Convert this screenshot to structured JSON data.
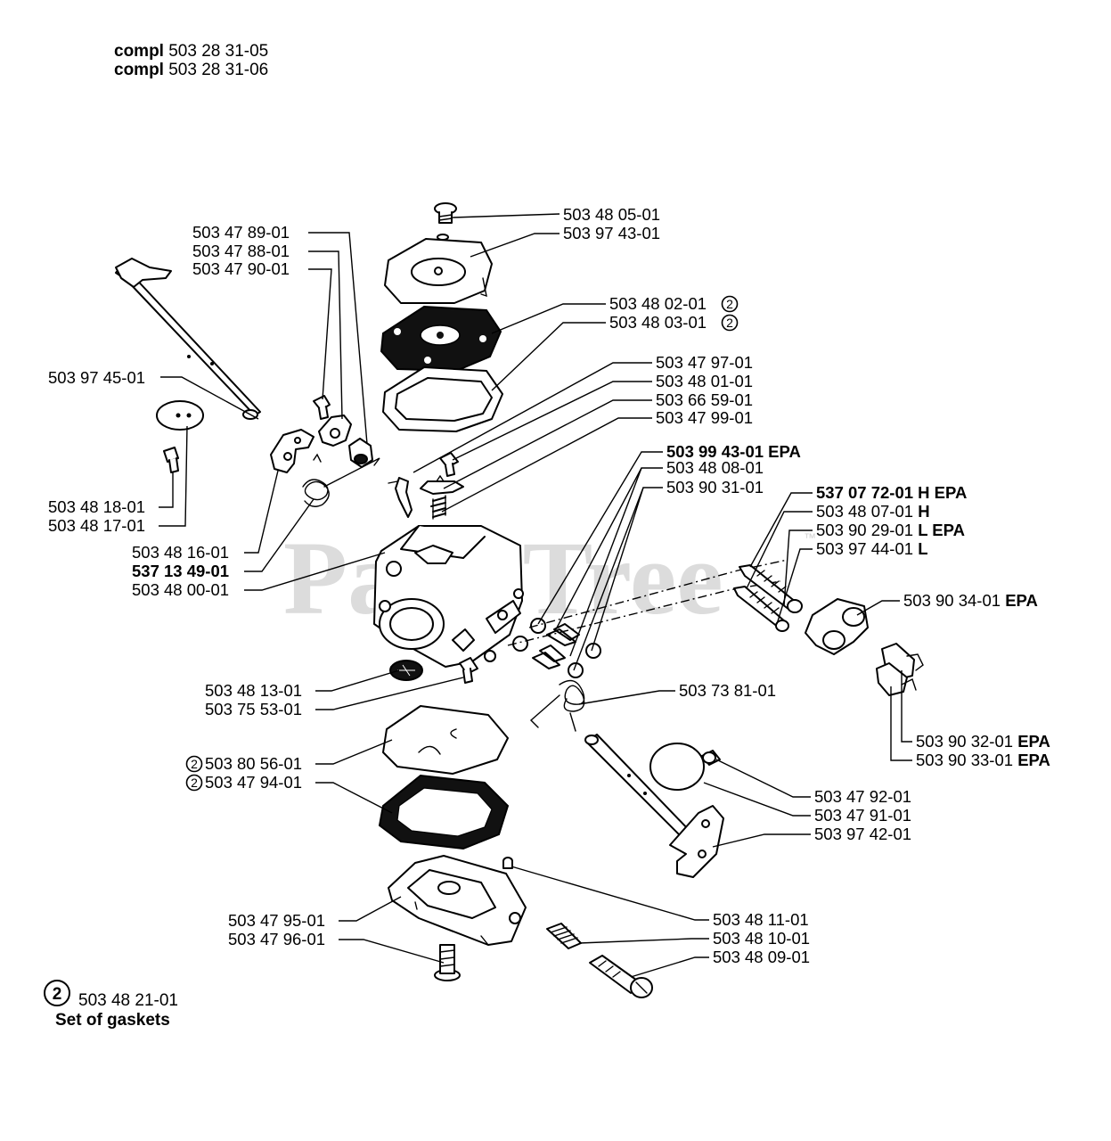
{
  "header": {
    "lines": [
      {
        "prefix": "compl",
        "number": "503 28 31-05"
      },
      {
        "prefix": "compl",
        "number": "503 28 31-06"
      }
    ]
  },
  "watermark": {
    "text": "PartsTree",
    "tm": "™"
  },
  "callouts": [
    {
      "id": "c1",
      "text": "503 48 05-01"
    },
    {
      "id": "c2",
      "text": "503 97 43-01"
    },
    {
      "id": "c3",
      "text": "503 48 02-01",
      "marker": "2"
    },
    {
      "id": "c4",
      "text": "503 48 03-01",
      "marker": "2"
    },
    {
      "id": "c5",
      "text": "503 47 97-01"
    },
    {
      "id": "c6",
      "text": "503 48 01-01"
    },
    {
      "id": "c7",
      "text": "503 66 59-01"
    },
    {
      "id": "c8",
      "text": "503 47 99-01"
    },
    {
      "id": "c9",
      "text": "503 47 89-01"
    },
    {
      "id": "c10",
      "text": "503 47 88-01"
    },
    {
      "id": "c11",
      "text": "503 47 90-01"
    },
    {
      "id": "c12",
      "text": "503 97 45-01"
    },
    {
      "id": "c13",
      "text": "503 48 18-01"
    },
    {
      "id": "c14",
      "text": "503 48 17-01"
    },
    {
      "id": "c15",
      "text": "503 48 16-01"
    },
    {
      "id": "c16",
      "text": "537 13 49-01",
      "bold": true
    },
    {
      "id": "c17",
      "text": "503 48 00-01"
    },
    {
      "id": "c18",
      "text": "503 99 43-01 EPA",
      "bold": true
    },
    {
      "id": "c19",
      "text": "503 48 08-01"
    },
    {
      "id": "c20",
      "text": "503 90 31-01"
    },
    {
      "id": "c21",
      "text": "537 07 72-01 H EPA",
      "bold": true
    },
    {
      "id": "c22",
      "text": "503 48 07-01",
      "suffix": "H"
    },
    {
      "id": "c23",
      "text": "503 90 29-01",
      "suffix": "L EPA"
    },
    {
      "id": "c24",
      "text": "503 97 44-01",
      "suffix": "L"
    },
    {
      "id": "c25",
      "text": "503 90 34-01",
      "suffix": "EPA"
    },
    {
      "id": "c26",
      "text": "503 73 81-01"
    },
    {
      "id": "c27",
      "text": "503 90 32-01",
      "suffix": "EPA"
    },
    {
      "id": "c28",
      "text": "503 90 33-01",
      "suffix": "EPA"
    },
    {
      "id": "c29",
      "text": "503 48 13-01"
    },
    {
      "id": "c30",
      "text": "503 75 53-01"
    },
    {
      "id": "c31",
      "text": "503 80 56-01",
      "marker": "2"
    },
    {
      "id": "c32",
      "text": "503 47 94-01",
      "marker": "2"
    },
    {
      "id": "c33",
      "text": "503 47 92-01"
    },
    {
      "id": "c34",
      "text": "503 47 91-01"
    },
    {
      "id": "c35",
      "text": "503 97 42-01"
    },
    {
      "id": "c36",
      "text": "503 47 95-01"
    },
    {
      "id": "c37",
      "text": "503 47 96-01"
    },
    {
      "id": "c38",
      "text": "503 48 11-01"
    },
    {
      "id": "c39",
      "text": "503 48 10-01"
    },
    {
      "id": "c40",
      "text": "503 48 09-01"
    }
  ],
  "footnote": {
    "marker": "2",
    "number": "503 48 21-01",
    "description": "Set of gaskets"
  }
}
